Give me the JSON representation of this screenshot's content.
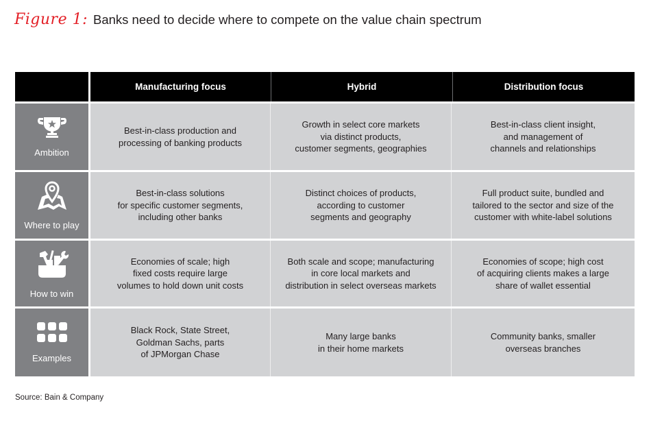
{
  "title": {
    "figure_label": "Figure 1:",
    "text": "Banks need to decide where to compete on the value chain spectrum",
    "figure_color": "#e31f26"
  },
  "table": {
    "columns": [
      "Manufacturing focus",
      "Hybrid",
      "Distribution focus"
    ],
    "rows": [
      {
        "label": "Ambition",
        "icon": "trophy-icon",
        "cells": [
          "Best-in-class production and\nprocessing of banking products",
          "Growth in select core markets\nvia distinct products,\ncustomer segments, geographies",
          "Best-in-class client insight,\nand management of\nchannels and relationships"
        ]
      },
      {
        "label": "Where to play",
        "icon": "map-pin-icon",
        "cells": [
          "Best-in-class solutions\nfor specific customer segments,\nincluding other banks",
          "Distinct choices of products,\naccording to customer\nsegments and geography",
          "Full product suite, bundled and\ntailored to the sector and size of the\ncustomer with white-label solutions"
        ]
      },
      {
        "label": "How to win",
        "icon": "toolbox-icon",
        "cells": [
          "Economies of scale; high\nfixed costs require large\nvolumes to hold down unit costs",
          "Both scale and scope; manufacturing\nin core local markets and\ndistribution in select overseas markets",
          "Economies of scope; high cost\nof acquiring clients makes a large\nshare of wallet essential"
        ]
      },
      {
        "label": "Examples",
        "icon": "grid-icon",
        "cells": [
          "Black Rock, State Street,\nGoldman Sachs, parts\nof JPMorgan Chase",
          "Many large banks\nin their home markets",
          "Community banks, smaller\noverseas branches"
        ]
      }
    ],
    "colors": {
      "header_bg": "#000000",
      "label_bg": "#808184",
      "cell_bg": "#d1d2d4"
    }
  },
  "source": "Source: Bain & Company"
}
